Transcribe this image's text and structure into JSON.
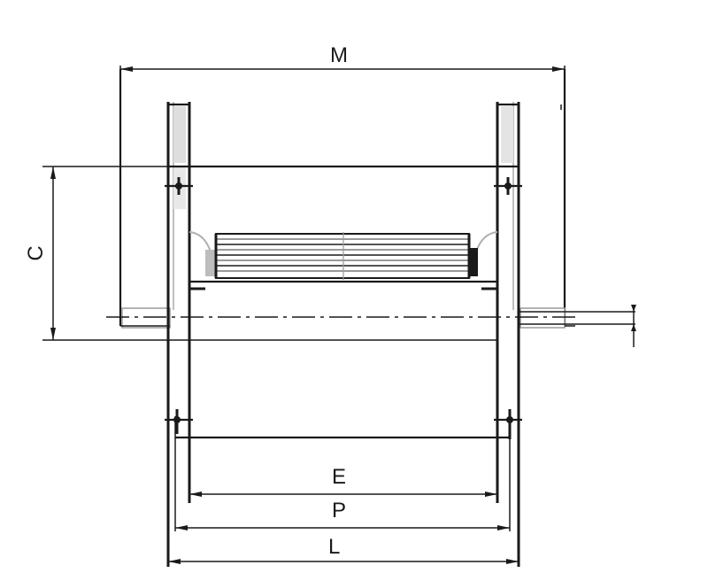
{
  "drawing": {
    "labels": {
      "M": "M",
      "C": "C",
      "E": "E",
      "P": "P",
      "L": "L"
    }
  }
}
